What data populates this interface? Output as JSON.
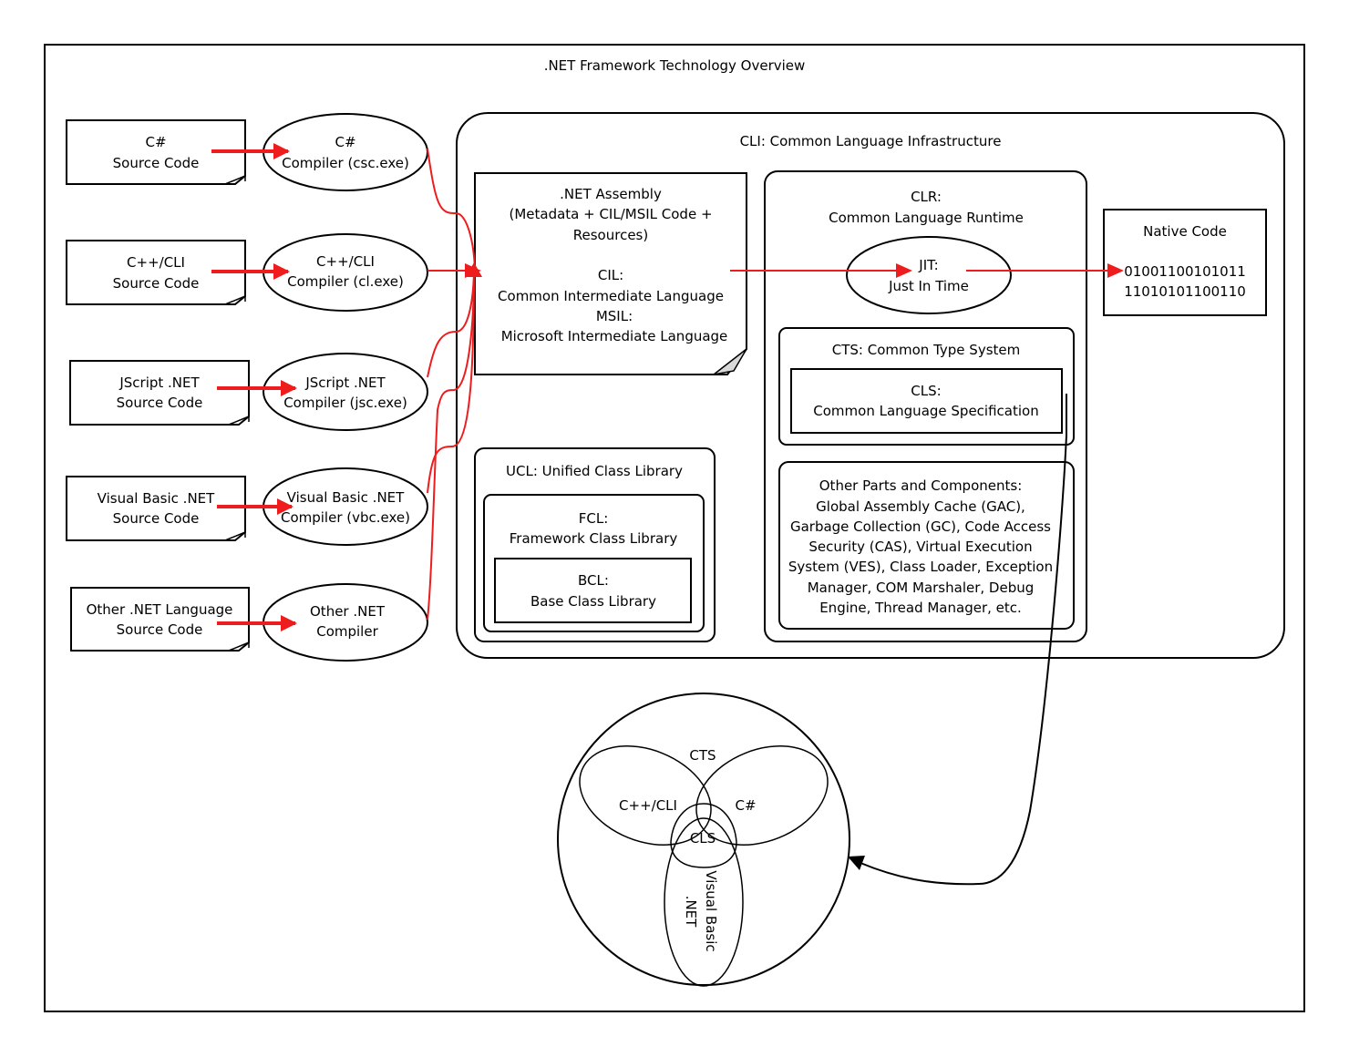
{
  "title": ".NET Framework Technology Overview",
  "sources": [
    {
      "lines": [
        "C#",
        "Source Code"
      ]
    },
    {
      "lines": [
        "C++/CLI",
        "Source Code"
      ]
    },
    {
      "lines": [
        "JScript .NET",
        "Source Code"
      ]
    },
    {
      "lines": [
        "Visual Basic .NET",
        "Source Code"
      ]
    },
    {
      "lines": [
        "Other .NET Language",
        "Source Code"
      ]
    }
  ],
  "compilers": [
    {
      "lines": [
        "C#",
        "Compiler (csc.exe)"
      ]
    },
    {
      "lines": [
        "C++/CLI",
        "Compiler (cl.exe)"
      ]
    },
    {
      "lines": [
        "JScript .NET",
        "Compiler (jsc.exe)"
      ]
    },
    {
      "lines": [
        "Visual Basic .NET",
        "Compiler (vbc.exe)"
      ]
    },
    {
      "lines": [
        "Other .NET",
        "Compiler"
      ]
    }
  ],
  "cli": {
    "label": "CLI: Common Language Infrastructure"
  },
  "assembly": {
    "lines": [
      ".NET Assembly",
      "(Metadata + CIL/MSIL Code +",
      "Resources)",
      "",
      "CIL:",
      "Common Intermediate Language",
      "MSIL:",
      "Microsoft Intermediate Language"
    ]
  },
  "ucl": {
    "label": "UCL: Unified Class Library"
  },
  "fcl": {
    "lines": [
      "FCL:",
      "Framework Class Library"
    ]
  },
  "bcl": {
    "lines": [
      "BCL:",
      "Base Class Library"
    ]
  },
  "clr": {
    "lines": [
      "CLR:",
      "Common Language Runtime"
    ]
  },
  "jit": {
    "lines": [
      "JIT:",
      "Just In Time"
    ]
  },
  "cts": {
    "label": "CTS: Common Type System"
  },
  "cls": {
    "lines": [
      "CLS:",
      "Common Language Specification"
    ]
  },
  "other_parts": {
    "lines": [
      "Other Parts and Components:",
      "Global Assembly Cache (GAC),",
      "Garbage Collection (GC), Code Access",
      "Security (CAS), Virtual Execution",
      "System (VES), Class Loader, Exception",
      "Manager, COM Marshaler, Debug",
      "Engine, Thread Manager, etc."
    ]
  },
  "native": {
    "title": "Native Code",
    "lines": [
      "01001100101011",
      "11010101100110"
    ]
  },
  "venn": {
    "cts": "CTS",
    "cpp": "C++/CLI",
    "cs": "C#",
    "cls": "CLS",
    "vb": "Visual Basic",
    "net": ".NET"
  },
  "colors": {
    "arrow": "#ee1c1c",
    "stroke": "#000000",
    "fold": "#d9d9d9"
  }
}
